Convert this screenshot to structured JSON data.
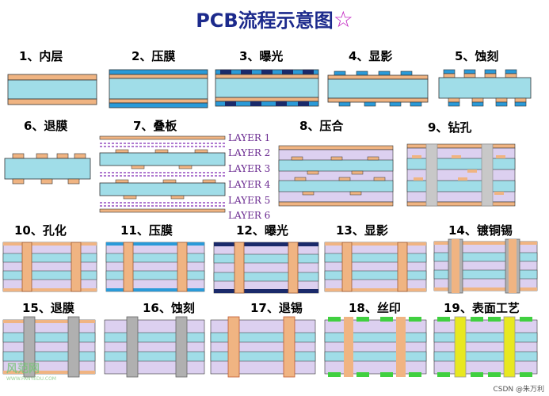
{
  "title": "PCB流程示意图",
  "title_star": "☆",
  "steps": [
    {
      "label": "1、内层"
    },
    {
      "label": "2、压膜"
    },
    {
      "label": "3、曝光"
    },
    {
      "label": "4、显影"
    },
    {
      "label": "5、蚀刻"
    },
    {
      "label": "6、退膜"
    },
    {
      "label": "7、叠板"
    },
    {
      "label": "8、压合"
    },
    {
      "label": "9、钻孔"
    },
    {
      "label": "10、孔化"
    },
    {
      "label": "11、压膜"
    },
    {
      "label": "12、曝光"
    },
    {
      "label": "13、显影"
    },
    {
      "label": "14、镀铜锡"
    },
    {
      "label": "15、退膜"
    },
    {
      "label": "16、蚀刻"
    },
    {
      "label": "17、退锡"
    },
    {
      "label": "18、丝印"
    },
    {
      "label": "19、表面工艺"
    }
  ],
  "layers": [
    "LAYER 1",
    "LAYER 2",
    "LAYER 3",
    "LAYER 4",
    "LAYER 5",
    "LAYER 6"
  ],
  "watermark": {
    "text": "风范网",
    "sub": "WWW.FANYEDU.COM"
  },
  "credit": "CSDN @朱万利",
  "colors": {
    "core": "#a0dde8",
    "copper": "#f0b482",
    "film": "#2a9ad8",
    "dark_film": "#1a2a6a",
    "prepreg": "#b07ad0",
    "hole_plating": "#f0b482",
    "tin": "#b0b0b0",
    "solder_mask": "#40d040",
    "surface_finish": "#e8e820",
    "title": "#1c2a8c",
    "layer_label": "#6a2a90"
  }
}
